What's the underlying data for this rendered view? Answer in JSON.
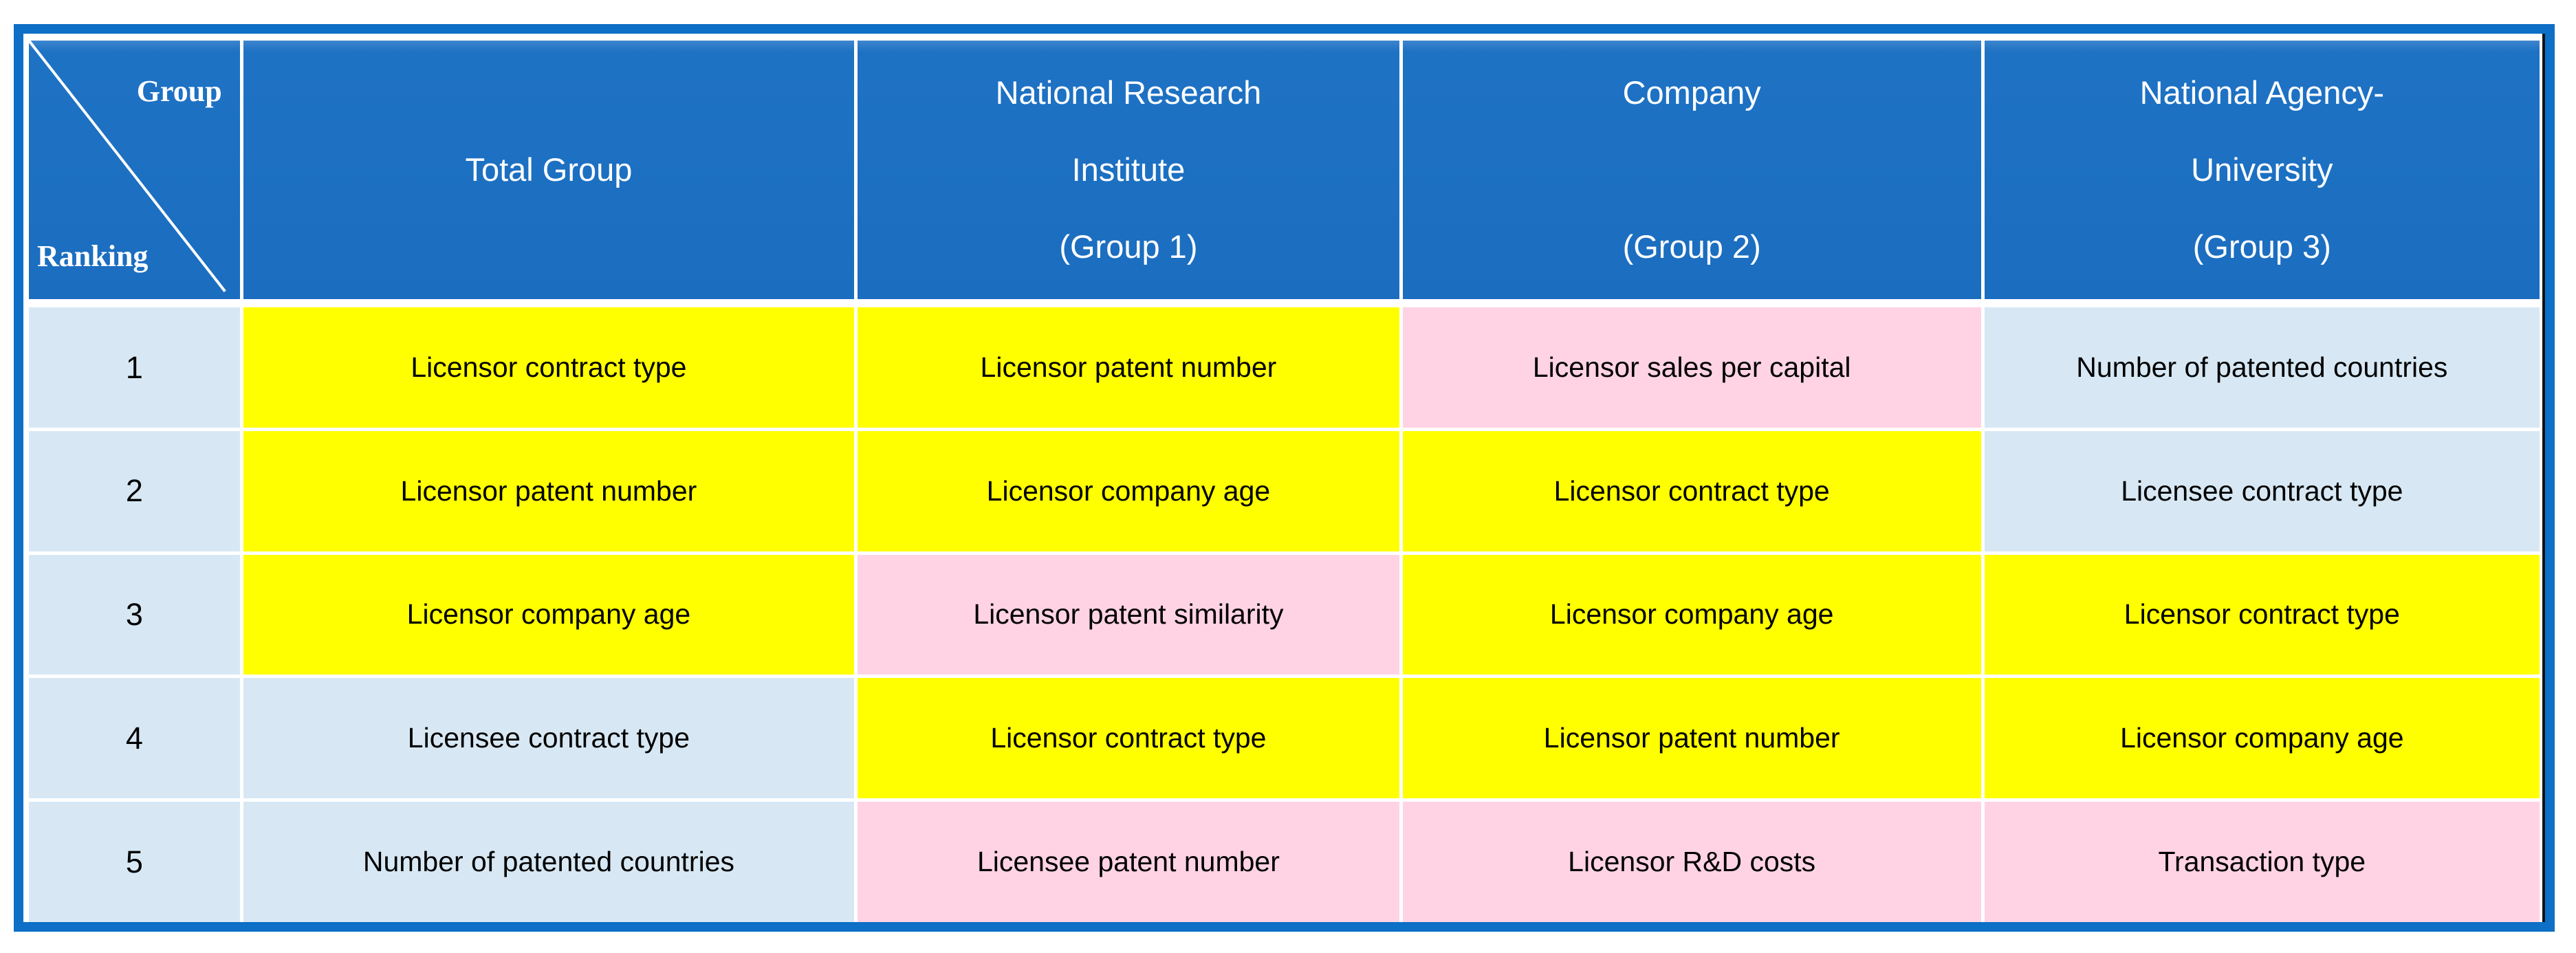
{
  "palette": {
    "yellow": "#FFFF00",
    "pink": "#FFD3E4",
    "blue": "#D7E8F4",
    "header_blue": "#1B6DBF",
    "frame_blue": "#0D6FC6",
    "header_text": "#FFFFFF",
    "body_text": "#000000"
  },
  "table": {
    "corner": {
      "top_right_label": "Group",
      "bottom_left_label": "Ranking"
    },
    "columns": [
      {
        "label": "Total Group"
      },
      {
        "label": "National Research\nInstitute\n(Group 1)"
      },
      {
        "label": "Company\n\n(Group 2)"
      },
      {
        "label": "National Agency-\nUniversity\n(Group 3)"
      }
    ],
    "rows": [
      {
        "cells": [
          {
            "text": "1",
            "color": "blue"
          },
          {
            "text": "Licensor contract type",
            "color": "yellow"
          },
          {
            "text": "Licensor patent number",
            "color": "yellow"
          },
          {
            "text": "Licensor sales per capital",
            "color": "pink"
          },
          {
            "text": "Number of patented countries",
            "color": "blue"
          }
        ]
      },
      {
        "cells": [
          {
            "text": "2",
            "color": "blue"
          },
          {
            "text": "Licensor patent number",
            "color": "yellow"
          },
          {
            "text": "Licensor company age",
            "color": "yellow"
          },
          {
            "text": "Licensor contract type",
            "color": "yellow"
          },
          {
            "text": "Licensee contract type",
            "color": "blue"
          }
        ]
      },
      {
        "cells": [
          {
            "text": "3",
            "color": "blue"
          },
          {
            "text": "Licensor company age",
            "color": "yellow"
          },
          {
            "text": "Licensor patent similarity",
            "color": "pink"
          },
          {
            "text": "Licensor company age",
            "color": "yellow"
          },
          {
            "text": "Licensor contract type",
            "color": "yellow"
          }
        ]
      },
      {
        "cells": [
          {
            "text": "4",
            "color": "blue"
          },
          {
            "text": "Licensee contract type",
            "color": "blue"
          },
          {
            "text": "Licensor contract type",
            "color": "yellow"
          },
          {
            "text": "Licensor patent number",
            "color": "yellow"
          },
          {
            "text": "Licensor company age",
            "color": "yellow"
          }
        ]
      },
      {
        "cells": [
          {
            "text": "5",
            "color": "blue"
          },
          {
            "text": "Number of patented countries",
            "color": "blue"
          },
          {
            "text": "Licensee patent number",
            "color": "pink"
          },
          {
            "text": "Licensor R&D costs",
            "color": "pink"
          },
          {
            "text": "Transaction type",
            "color": "pink"
          }
        ]
      }
    ]
  }
}
